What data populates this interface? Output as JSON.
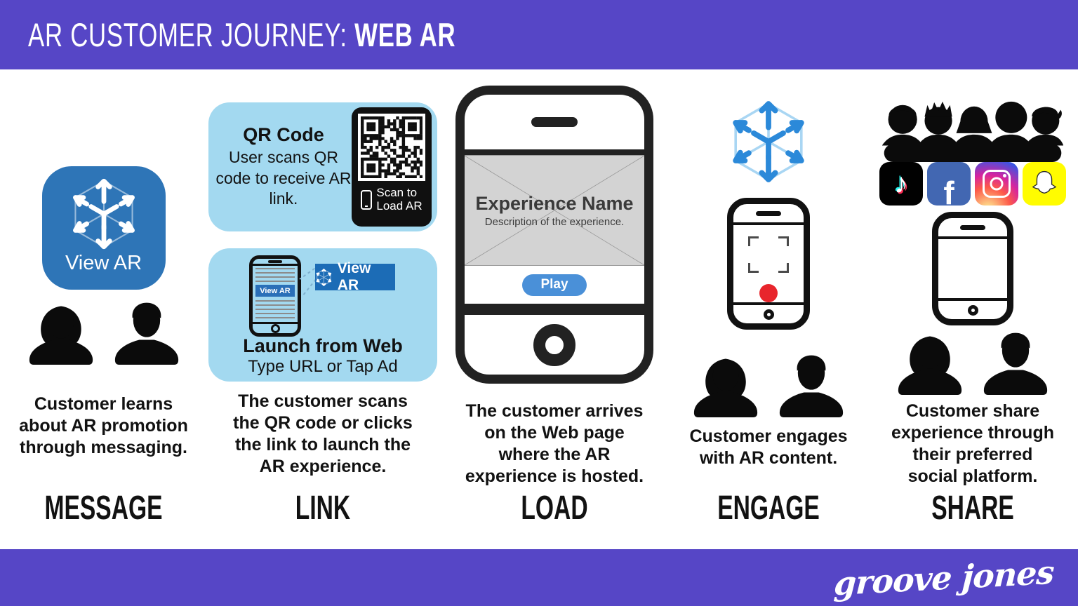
{
  "header": {
    "title_regular": "AR CUSTOMER JOURNEY: ",
    "title_bold": "WEB AR"
  },
  "footer": {
    "logo": "groove jones"
  },
  "colors": {
    "purple": "#5646C6",
    "box_blue": "#A3D9F0",
    "app_icon_blue": "#2E75B7",
    "view_ar_button_blue": "#1C6CB6",
    "play_blue": "#4A90D8",
    "cube_blue": "#2B89D9",
    "record_red": "#E8252C",
    "facebook_blue": "#4267B2",
    "snapchat_yellow": "#FFFC00",
    "tiktok_black": "#010101"
  },
  "stages": [
    {
      "label": "MESSAGE",
      "description": "Customer learns about AR promotion through messaging.",
      "app_label": "View AR"
    },
    {
      "label": "LINK",
      "description": "The customer scans the QR code or clicks the link to launch the AR experience.",
      "qr": {
        "title": "QR Code",
        "body": "User scans QR code to receive AR link.",
        "scan_line1": "Scan to",
        "scan_line2": "Load AR"
      },
      "web": {
        "mini_button": "View AR",
        "button": "View AR",
        "title": "Launch from Web",
        "subtitle": "Type URL or Tap Ad"
      }
    },
    {
      "label": "LOAD",
      "description": "The customer arrives on the Web page where the AR experience is hosted.",
      "phone": {
        "name": "Experience Name",
        "desc": "Description of the experience.",
        "play": "Play"
      }
    },
    {
      "label": "ENGAGE",
      "description": "Customer engages with AR content."
    },
    {
      "label": "SHARE",
      "description": "Customer share experience through their preferred social platform.",
      "socials": [
        {
          "name": "TikTok",
          "glyph": "♪"
        },
        {
          "name": "Facebook",
          "glyph": "f"
        },
        {
          "name": "Instagram"
        },
        {
          "name": "Snapchat"
        }
      ]
    }
  ]
}
